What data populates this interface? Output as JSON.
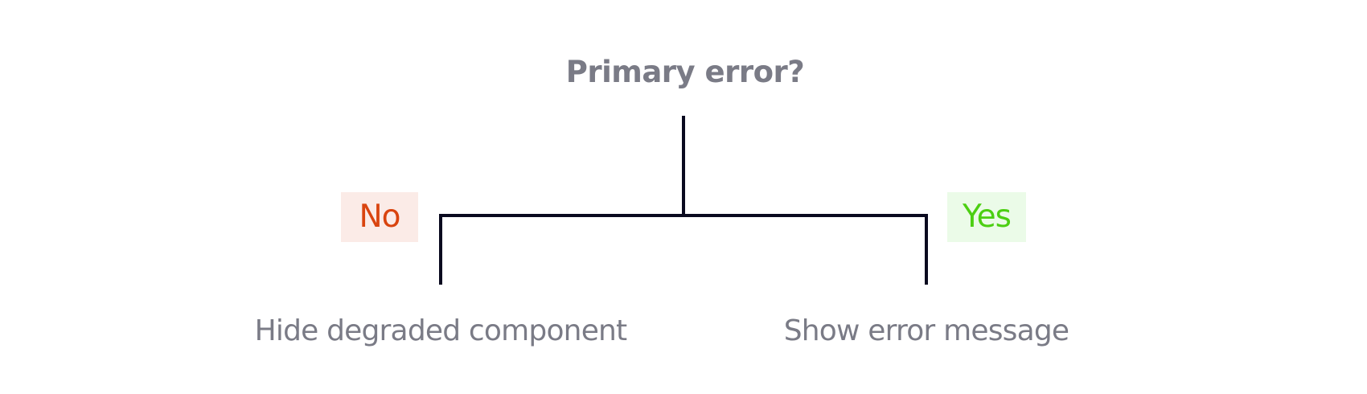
{
  "diagram": {
    "type": "decision-tree",
    "question": {
      "label": "Primary error?"
    },
    "branches": [
      {
        "label": "No",
        "label_color": "#d9440f",
        "label_background": "#fbebe7",
        "outcome": "Hide degraded component"
      },
      {
        "label": "Yes",
        "label_color": "#4ccf12",
        "label_background": "#ebfbe8",
        "outcome": "Show error message"
      }
    ],
    "colors": {
      "text": "#7a7b86",
      "connector": "#0a0a1f",
      "background": "#ffffff"
    }
  }
}
